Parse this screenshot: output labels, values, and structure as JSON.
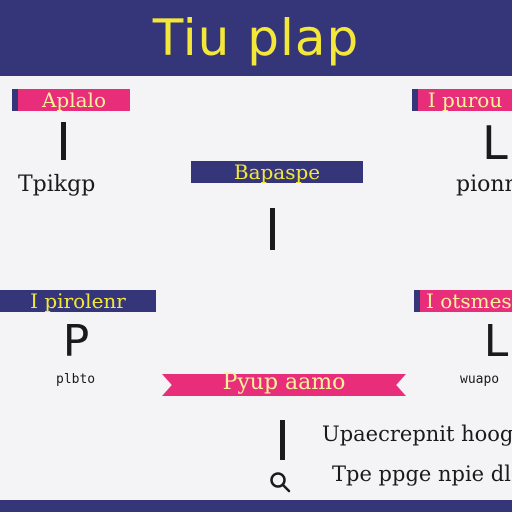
{
  "header": {
    "title": "Tiu plap"
  },
  "sections": {
    "top_left": {
      "banner": "Aplalo",
      "glyph": "I",
      "caption": "Tpikgp"
    },
    "top_right": {
      "banner": "I purou",
      "glyph": "L",
      "caption": "pionm"
    },
    "center": {
      "banner": "Bapaspe",
      "glyph": "I"
    },
    "mid_left": {
      "banner": "I pirolenr",
      "glyph": "P",
      "caption": "plbto"
    },
    "mid_right": {
      "banner": "I otsmesz",
      "glyph": "L",
      "caption": "wuapo"
    },
    "bottom": {
      "ribbon": "Pyup aamo",
      "glyph": "I",
      "caption_1": "Upaecrepnit hoog",
      "caption_2": "Tpe ppge npie dl"
    }
  },
  "icons": {
    "bottom_icon": "search-icon"
  },
  "colors": {
    "navy": "#35357a",
    "pink": "#e82d7a",
    "yellow": "#f3e83a"
  }
}
